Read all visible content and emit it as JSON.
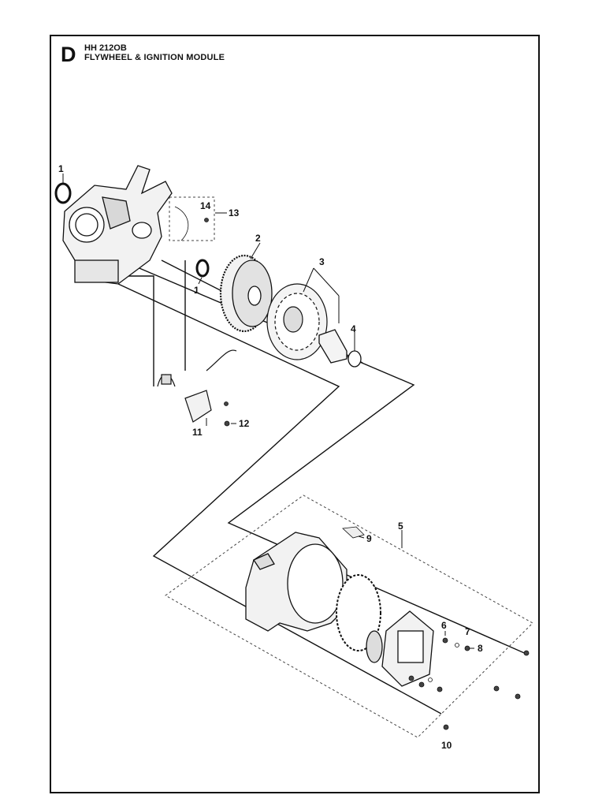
{
  "header": {
    "section_letter": "D",
    "model": "HH 212OB",
    "title": "FLYWHEEL & IGNITION MODULE"
  },
  "callouts": [
    "1",
    "1",
    "2",
    "3",
    "4",
    "5",
    "6",
    "7",
    "8",
    "9",
    "10",
    "11",
    "12",
    "13",
    "14"
  ],
  "colors": {
    "line": "#111111",
    "part_fill": "#f2f2f2",
    "part_shade": "#c8c8c8"
  }
}
